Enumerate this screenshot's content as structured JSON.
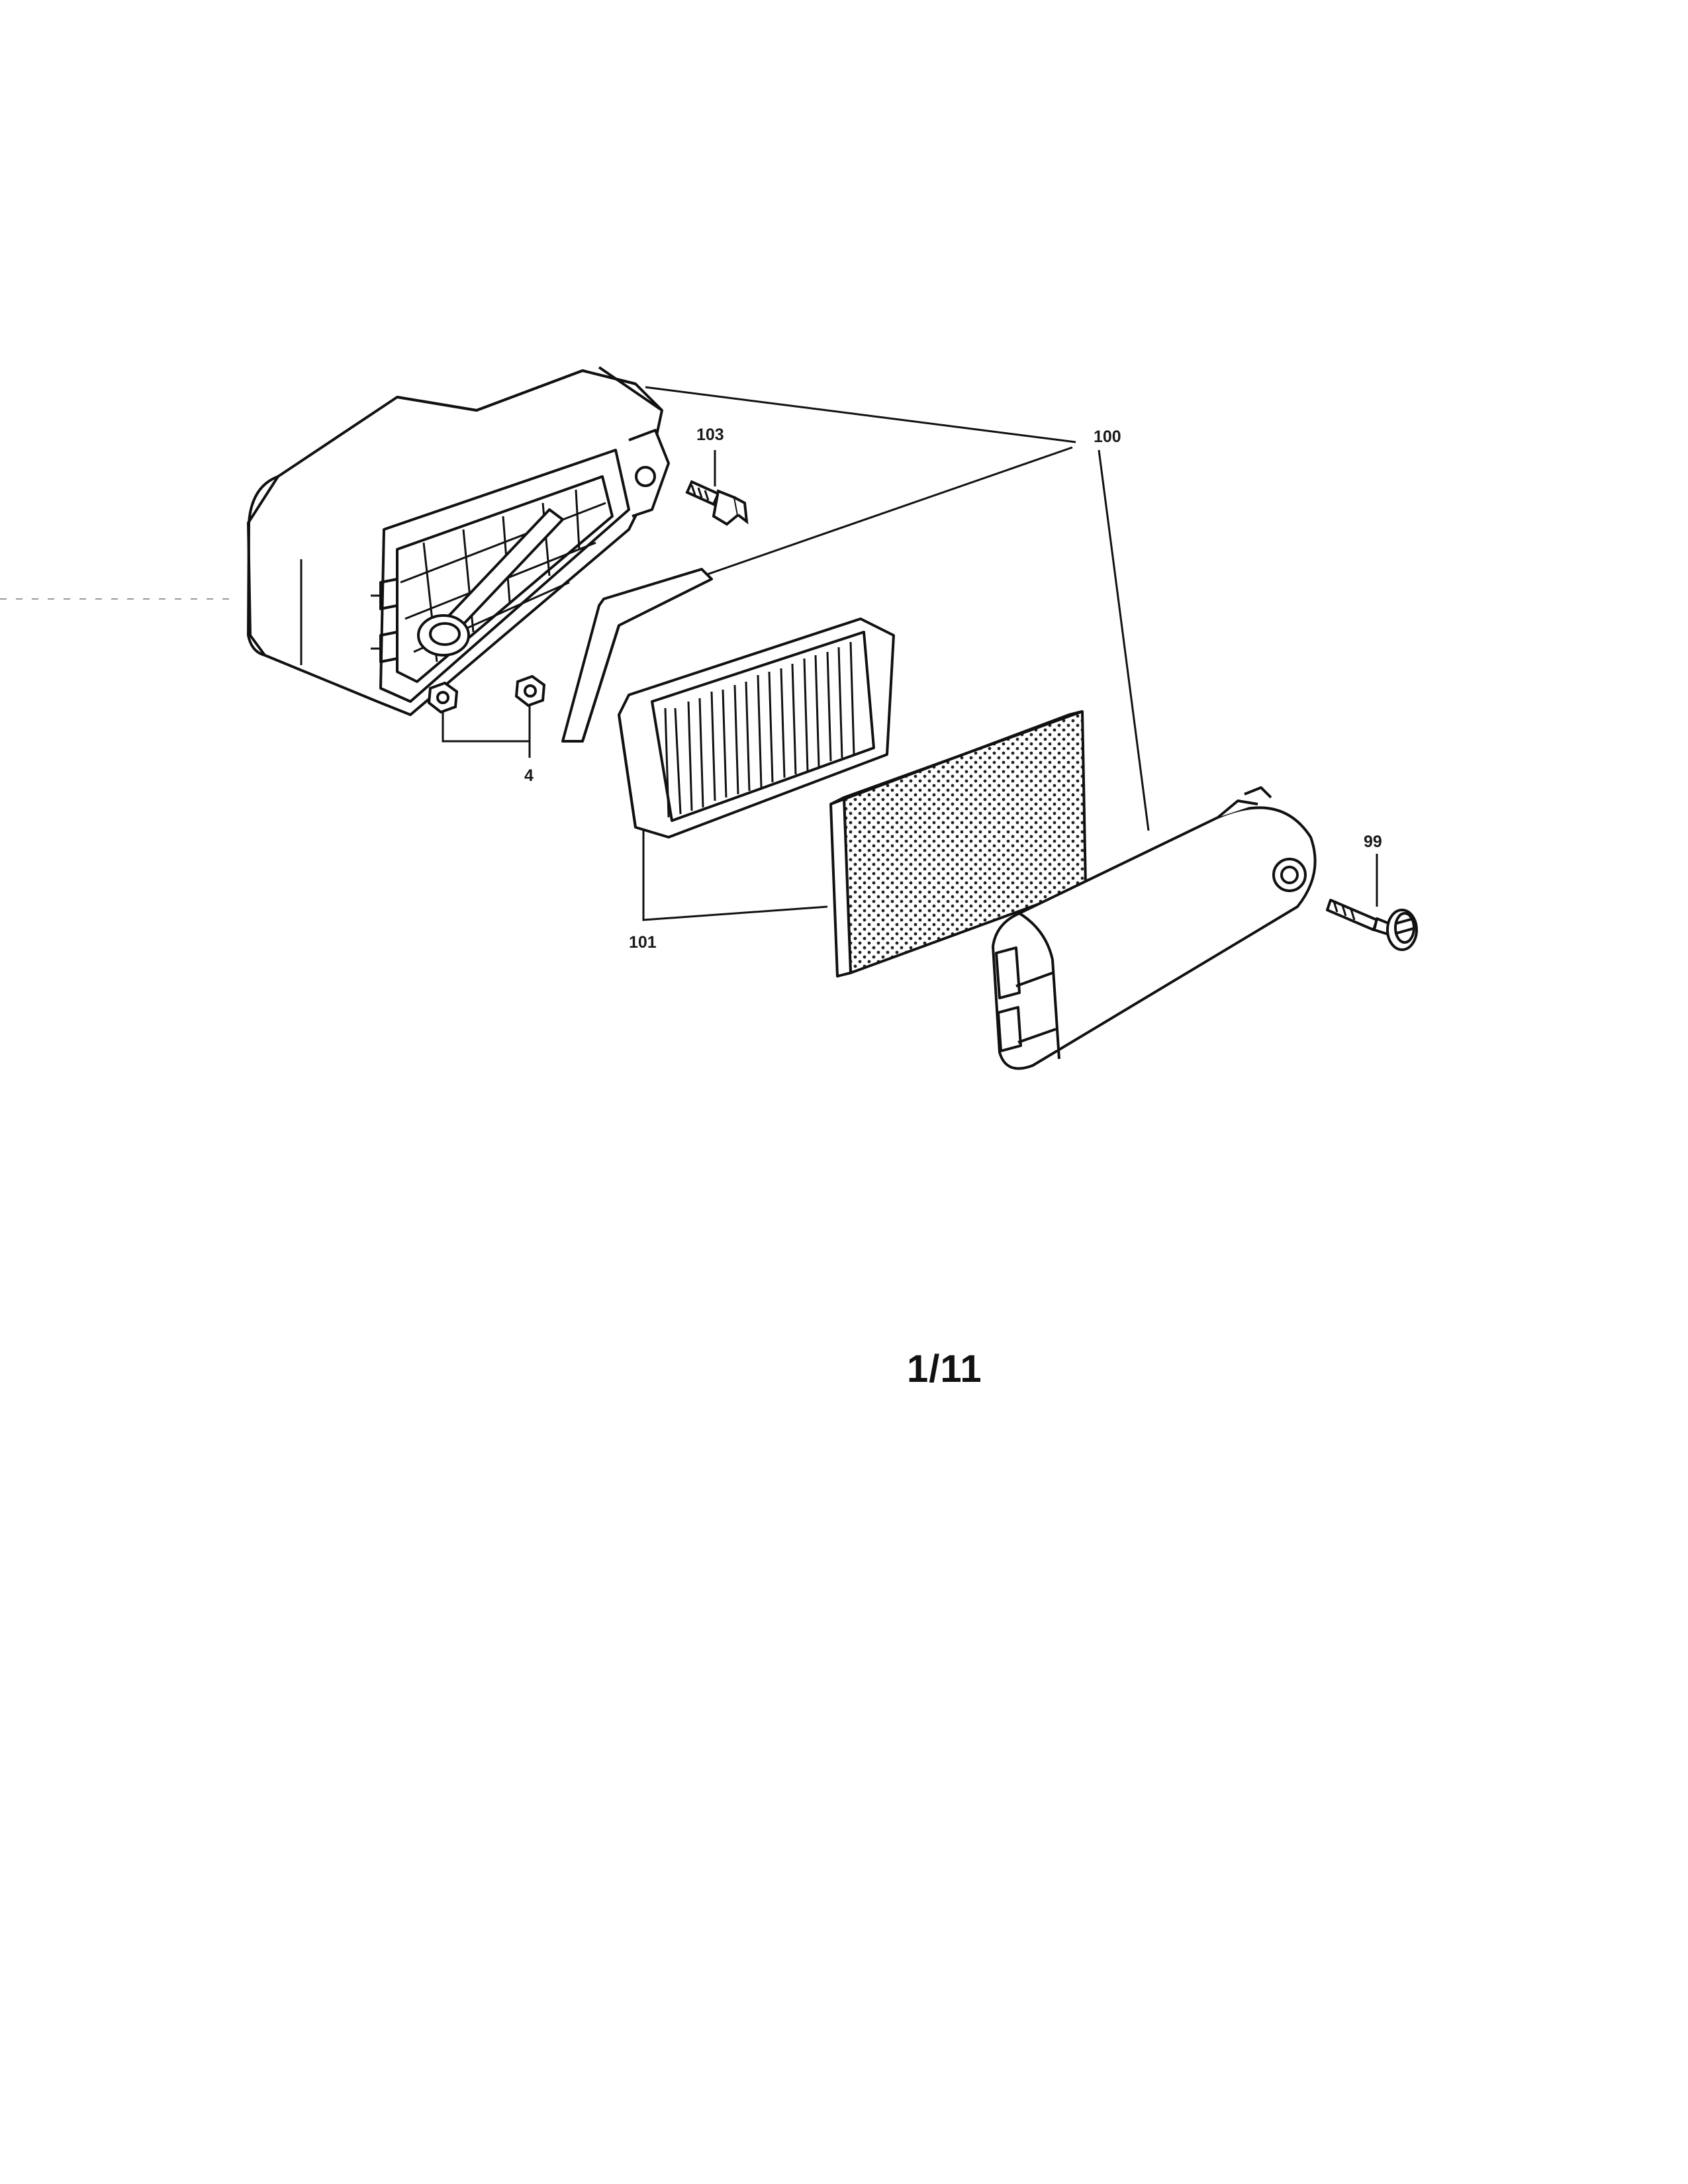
{
  "diagram": {
    "callouts": {
      "c100": "100",
      "c103": "103",
      "c4": "4",
      "c99": "99",
      "c101": "101"
    },
    "parts": [
      "air-cleaner-base",
      "mounting-bolt",
      "hex-nut",
      "foam-pre-cleaner-strip",
      "pleated-paper-filter",
      "foam-filter-element",
      "air-cleaner-cover",
      "cover-knob-screw"
    ]
  },
  "page_number": "1/11"
}
